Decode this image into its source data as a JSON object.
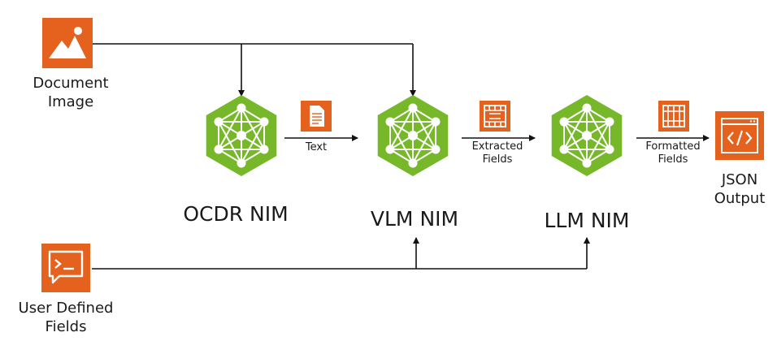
{
  "colors": {
    "nim_green": "#76B82A",
    "icon_orange": "#E4621E",
    "arrow": "#111111",
    "text": "#1a1a1a"
  },
  "inputs": {
    "document": {
      "icon": "image-icon",
      "label_line1": "Document",
      "label_line2": "Image"
    },
    "user_fields": {
      "icon": "terminal-icon",
      "label_line1": "User Defined",
      "label_line2": "Fields"
    }
  },
  "nodes": {
    "ocdr": {
      "icon": "neural-network-icon",
      "label": "OCDR NIM"
    },
    "vlm": {
      "icon": "neural-network-icon",
      "label": "VLM NIM"
    },
    "llm": {
      "icon": "neural-network-icon",
      "label": "LLM NIM"
    }
  },
  "edges": {
    "text": {
      "icon": "document-icon",
      "label": "Text"
    },
    "extracted": {
      "icon": "table-icon",
      "label_line1": "Extracted",
      "label_line2": "Fields"
    },
    "formatted": {
      "icon": "grid-icon",
      "label_line1": "Formatted",
      "label_line2": "Fields"
    }
  },
  "output": {
    "icon": "code-window-icon",
    "label_line1": "JSON",
    "label_line2": "Output"
  }
}
